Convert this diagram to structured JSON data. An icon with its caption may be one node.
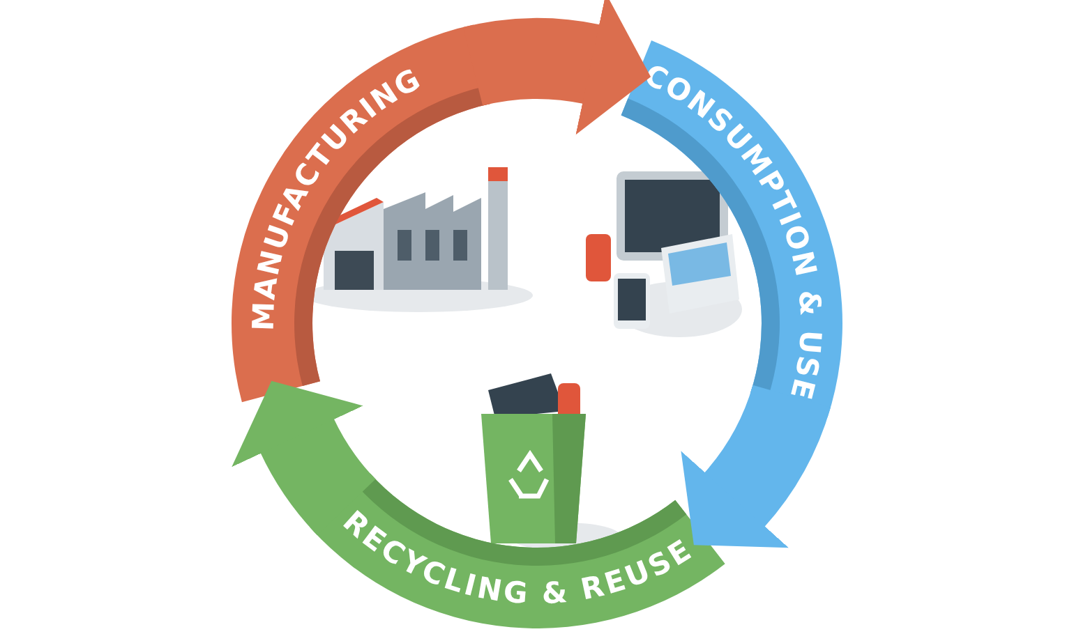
{
  "diagram": {
    "nodes": [
      {
        "text": [
          "MANUFACTURING"
        ]
      },
      {
        "text": [
          "CONSUMPTION & USE"
        ]
      },
      {
        "text": [
          "RECYCLING & REUSE"
        ]
      }
    ],
    "edges": [
      {
        "from": 0,
        "to": 1,
        "arrow": "to",
        "color": "#db6e4e"
      },
      {
        "from": 1,
        "to": 2,
        "arrow": "to",
        "color": "#63b6ec"
      },
      {
        "from": 2,
        "to": 0,
        "arrow": "to",
        "color": "#74b562"
      }
    ]
  }
}
